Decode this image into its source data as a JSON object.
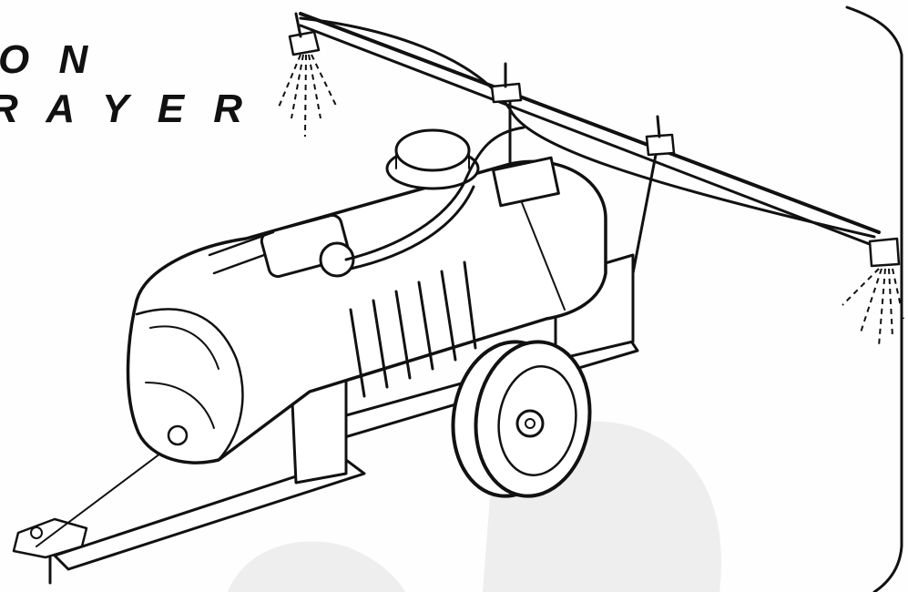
{
  "document": {
    "title_lines": [
      "O N",
      "R A Y E R"
    ]
  },
  "illustration": {
    "subject": "sprayer-trailer-line-drawing",
    "colors": {
      "ink": "#111111",
      "paper": "#fefefe",
      "watermark": "#eeeeee"
    }
  }
}
